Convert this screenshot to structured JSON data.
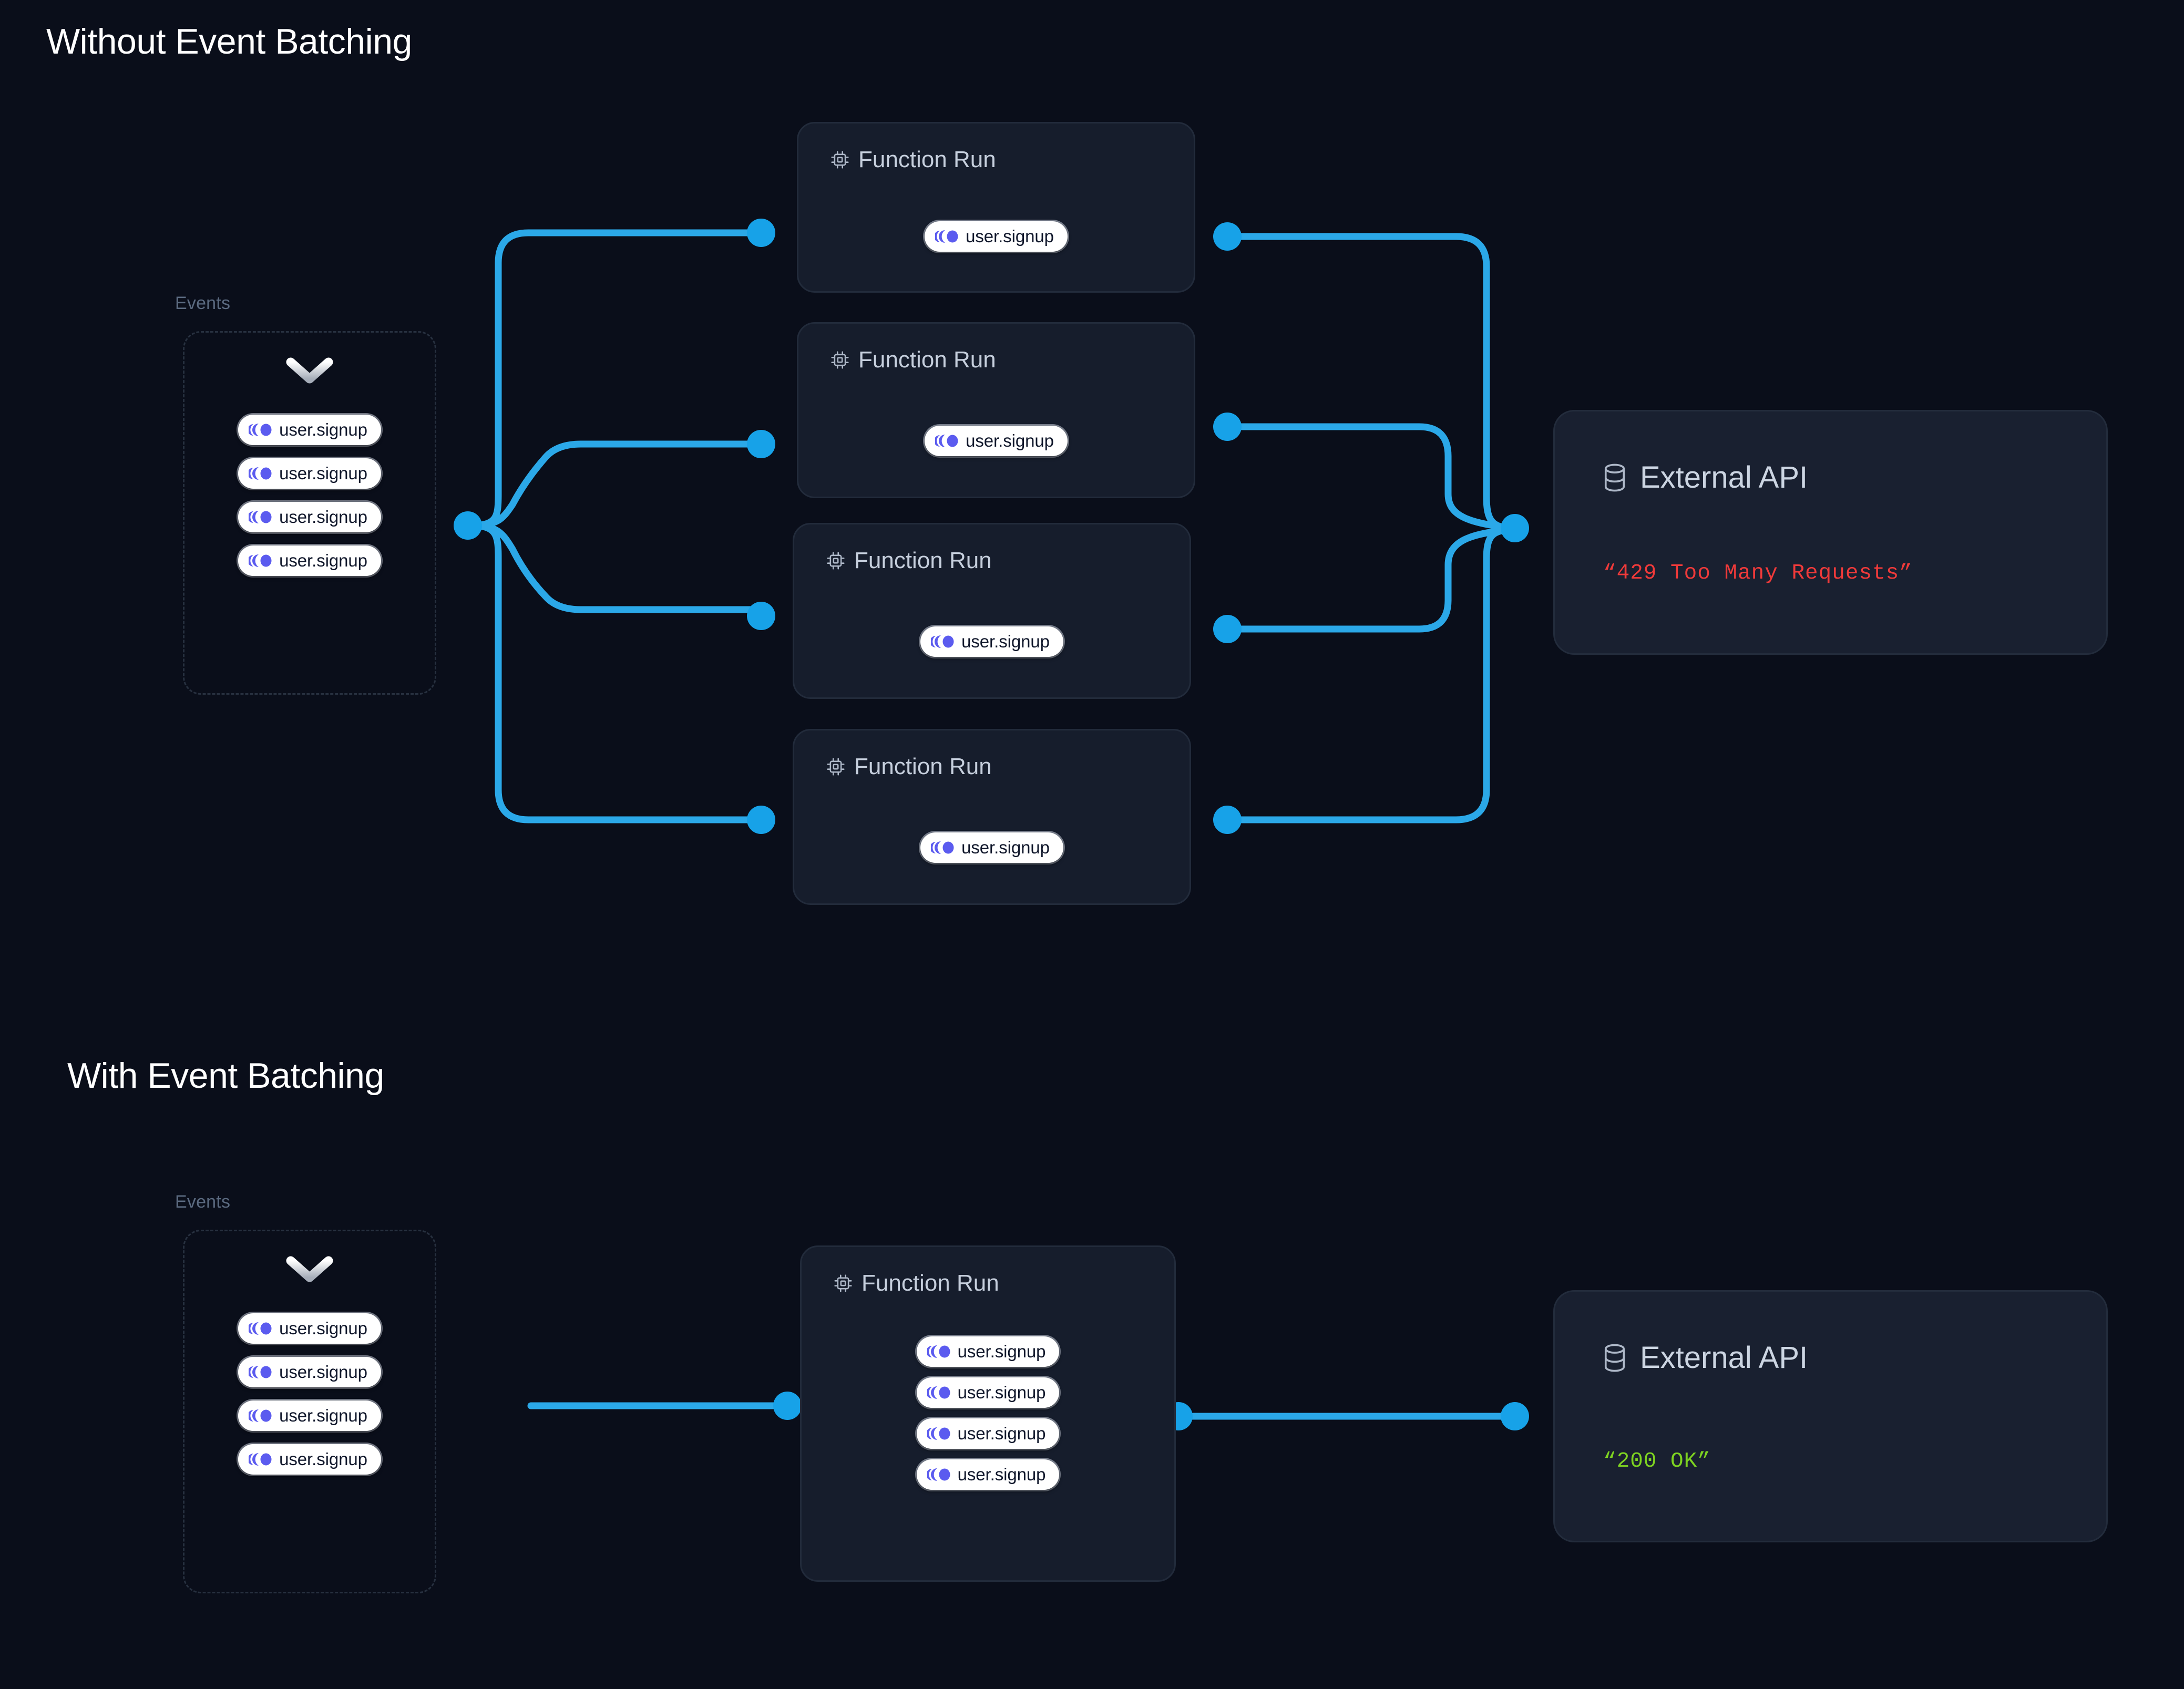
{
  "colors": {
    "background": "#0a0e1a",
    "card_bg": "#161d2c",
    "card_border": "#222b3b",
    "wire": "#2BA8E8",
    "wire_dot": "#17A2E8",
    "pill_bg": "#ffffff",
    "pill_text": "#10172b",
    "event_icon": "#5b5bef",
    "label_muted": "#5b6a80",
    "title": "#ffffff",
    "status_error": "#f03a3a",
    "status_ok": "#7ed321",
    "dashed_border": "#27303f"
  },
  "sections": [
    {
      "id": "without-batching",
      "title": "Without Event Batching",
      "events": {
        "label": "Events",
        "chevron_icon": "chevron-down-icon",
        "items": [
          {
            "icon": "event-stream-icon",
            "label": "user.signup"
          },
          {
            "icon": "event-stream-icon",
            "label": "user.signup"
          },
          {
            "icon": "event-stream-icon",
            "label": "user.signup"
          },
          {
            "icon": "event-stream-icon",
            "label": "user.signup"
          }
        ]
      },
      "function_runs": [
        {
          "icon": "cpu-chip-icon",
          "title": "Function Run",
          "events": [
            {
              "icon": "event-stream-icon",
              "label": "user.signup"
            }
          ]
        },
        {
          "icon": "cpu-chip-icon",
          "title": "Function Run",
          "events": [
            {
              "icon": "event-stream-icon",
              "label": "user.signup"
            }
          ]
        },
        {
          "icon": "cpu-chip-icon",
          "title": "Function Run",
          "events": [
            {
              "icon": "event-stream-icon",
              "label": "user.signup"
            }
          ]
        },
        {
          "icon": "cpu-chip-icon",
          "title": "Function Run",
          "events": [
            {
              "icon": "event-stream-icon",
              "label": "user.signup"
            }
          ]
        }
      ],
      "external_api": {
        "icon": "database-icon",
        "title": "External API",
        "status": "“429 Too Many Requests”",
        "status_kind": "error"
      }
    },
    {
      "id": "with-batching",
      "title": "With Event Batching",
      "events": {
        "label": "Events",
        "chevron_icon": "chevron-down-icon",
        "items": [
          {
            "icon": "event-stream-icon",
            "label": "user.signup"
          },
          {
            "icon": "event-stream-icon",
            "label": "user.signup"
          },
          {
            "icon": "event-stream-icon",
            "label": "user.signup"
          },
          {
            "icon": "event-stream-icon",
            "label": "user.signup"
          }
        ]
      },
      "function_runs": [
        {
          "icon": "cpu-chip-icon",
          "title": "Function Run",
          "events": [
            {
              "icon": "event-stream-icon",
              "label": "user.signup"
            },
            {
              "icon": "event-stream-icon",
              "label": "user.signup"
            },
            {
              "icon": "event-stream-icon",
              "label": "user.signup"
            },
            {
              "icon": "event-stream-icon",
              "label": "user.signup"
            }
          ]
        }
      ],
      "external_api": {
        "icon": "database-icon",
        "title": "External API",
        "status": "“200 OK”",
        "status_kind": "ok"
      }
    }
  ]
}
